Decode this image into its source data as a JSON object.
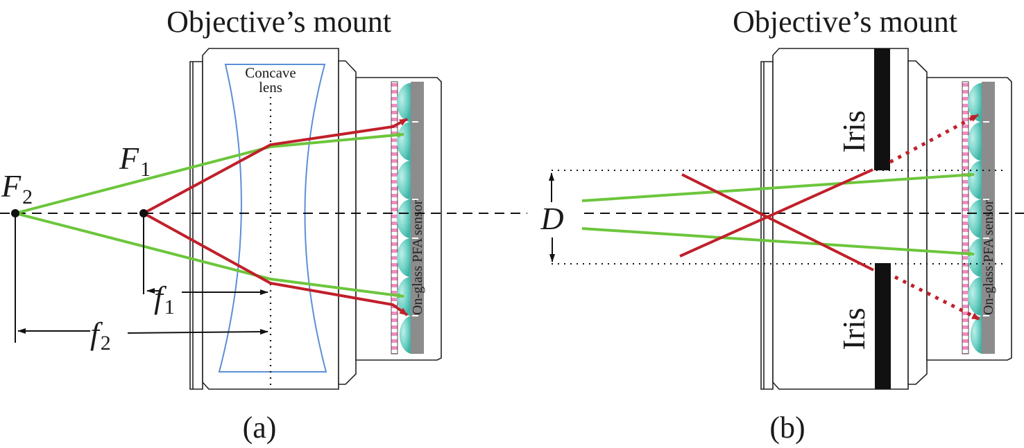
{
  "panel_a": {
    "title": "Objective’s mount",
    "caption": "(a)",
    "lens_label_line1": "Concave",
    "lens_label_line2": "lens",
    "focus_1": {
      "letter": "F",
      "subscript": "1"
    },
    "focus_2": {
      "letter": "F",
      "subscript": "2"
    },
    "focal_1": {
      "letter": "f",
      "subscript": "1"
    },
    "focal_2": {
      "letter": "f",
      "subscript": "2"
    },
    "sensor_label": "On-glass PFA sensor"
  },
  "panel_b": {
    "title": "Objective’s mount",
    "caption": "(b)",
    "aperture_label": "D",
    "iris_top_label": "Iris",
    "iris_bottom_label": "Iris",
    "sensor_label": "On-glass PFA sensor"
  },
  "colors": {
    "ray_green": "#6cc63c",
    "ray_red": "#c0202a",
    "lens_blue": "#5b8fd6",
    "microlens_teal": "#7fd6cc",
    "sensor_gray": "#8c8c8c",
    "filter_pink": "#f08cc0",
    "iris_black": "#111111"
  }
}
